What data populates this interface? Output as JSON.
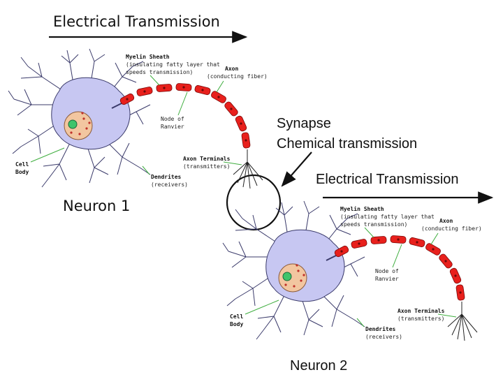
{
  "title_top": "Electrical Transmission",
  "title_right": "Electrical Transmission",
  "synapse_label": "Synapse",
  "synapse_sub": "Chemical transmission",
  "neuron1_label": "Neuron 1",
  "neuron2_label": "Neuron 2",
  "colors": {
    "axon_segment": "#e8201c",
    "node_dot": "#6b0a0a",
    "cell_body": "#c7c7f2",
    "dendrite_stroke": "#3a3a6a",
    "nucleus": "#f2c6a0",
    "nucleolus": "#3fc46b",
    "leader_line": "#3fae3f"
  },
  "neuron1": {
    "myelin_title": "Myelin Sheath",
    "myelin_desc1": "(insulating fatty layer that",
    "myelin_desc2": "speeds transmission)",
    "axon_title": "Axon",
    "axon_desc": "(conducting fiber)",
    "node_title1": "Node of",
    "node_title2": "Ranvier",
    "cell_title1": "Cell",
    "cell_title2": "Body",
    "terminals_title": "Axon Terminals",
    "terminals_desc": "(transmitters)",
    "dendrites_title": "Dendrites",
    "dendrites_desc": "(receivers)"
  },
  "neuron2": {
    "myelin_title": "Myelin Sheath",
    "myelin_desc1": "(insulating fatty layer that",
    "myelin_desc2": "speeds transmission)",
    "axon_title": "Axon",
    "axon_desc": "(conducting fiber)",
    "node_title1": "Node of",
    "node_title2": "Ranvier",
    "cell_title1": "Cell",
    "cell_title2": "Body",
    "terminals_title": "Axon Terminals",
    "terminals_desc": "(transmitters)",
    "dendrites_title": "Dendrites",
    "dendrites_desc": "(receivers)"
  }
}
